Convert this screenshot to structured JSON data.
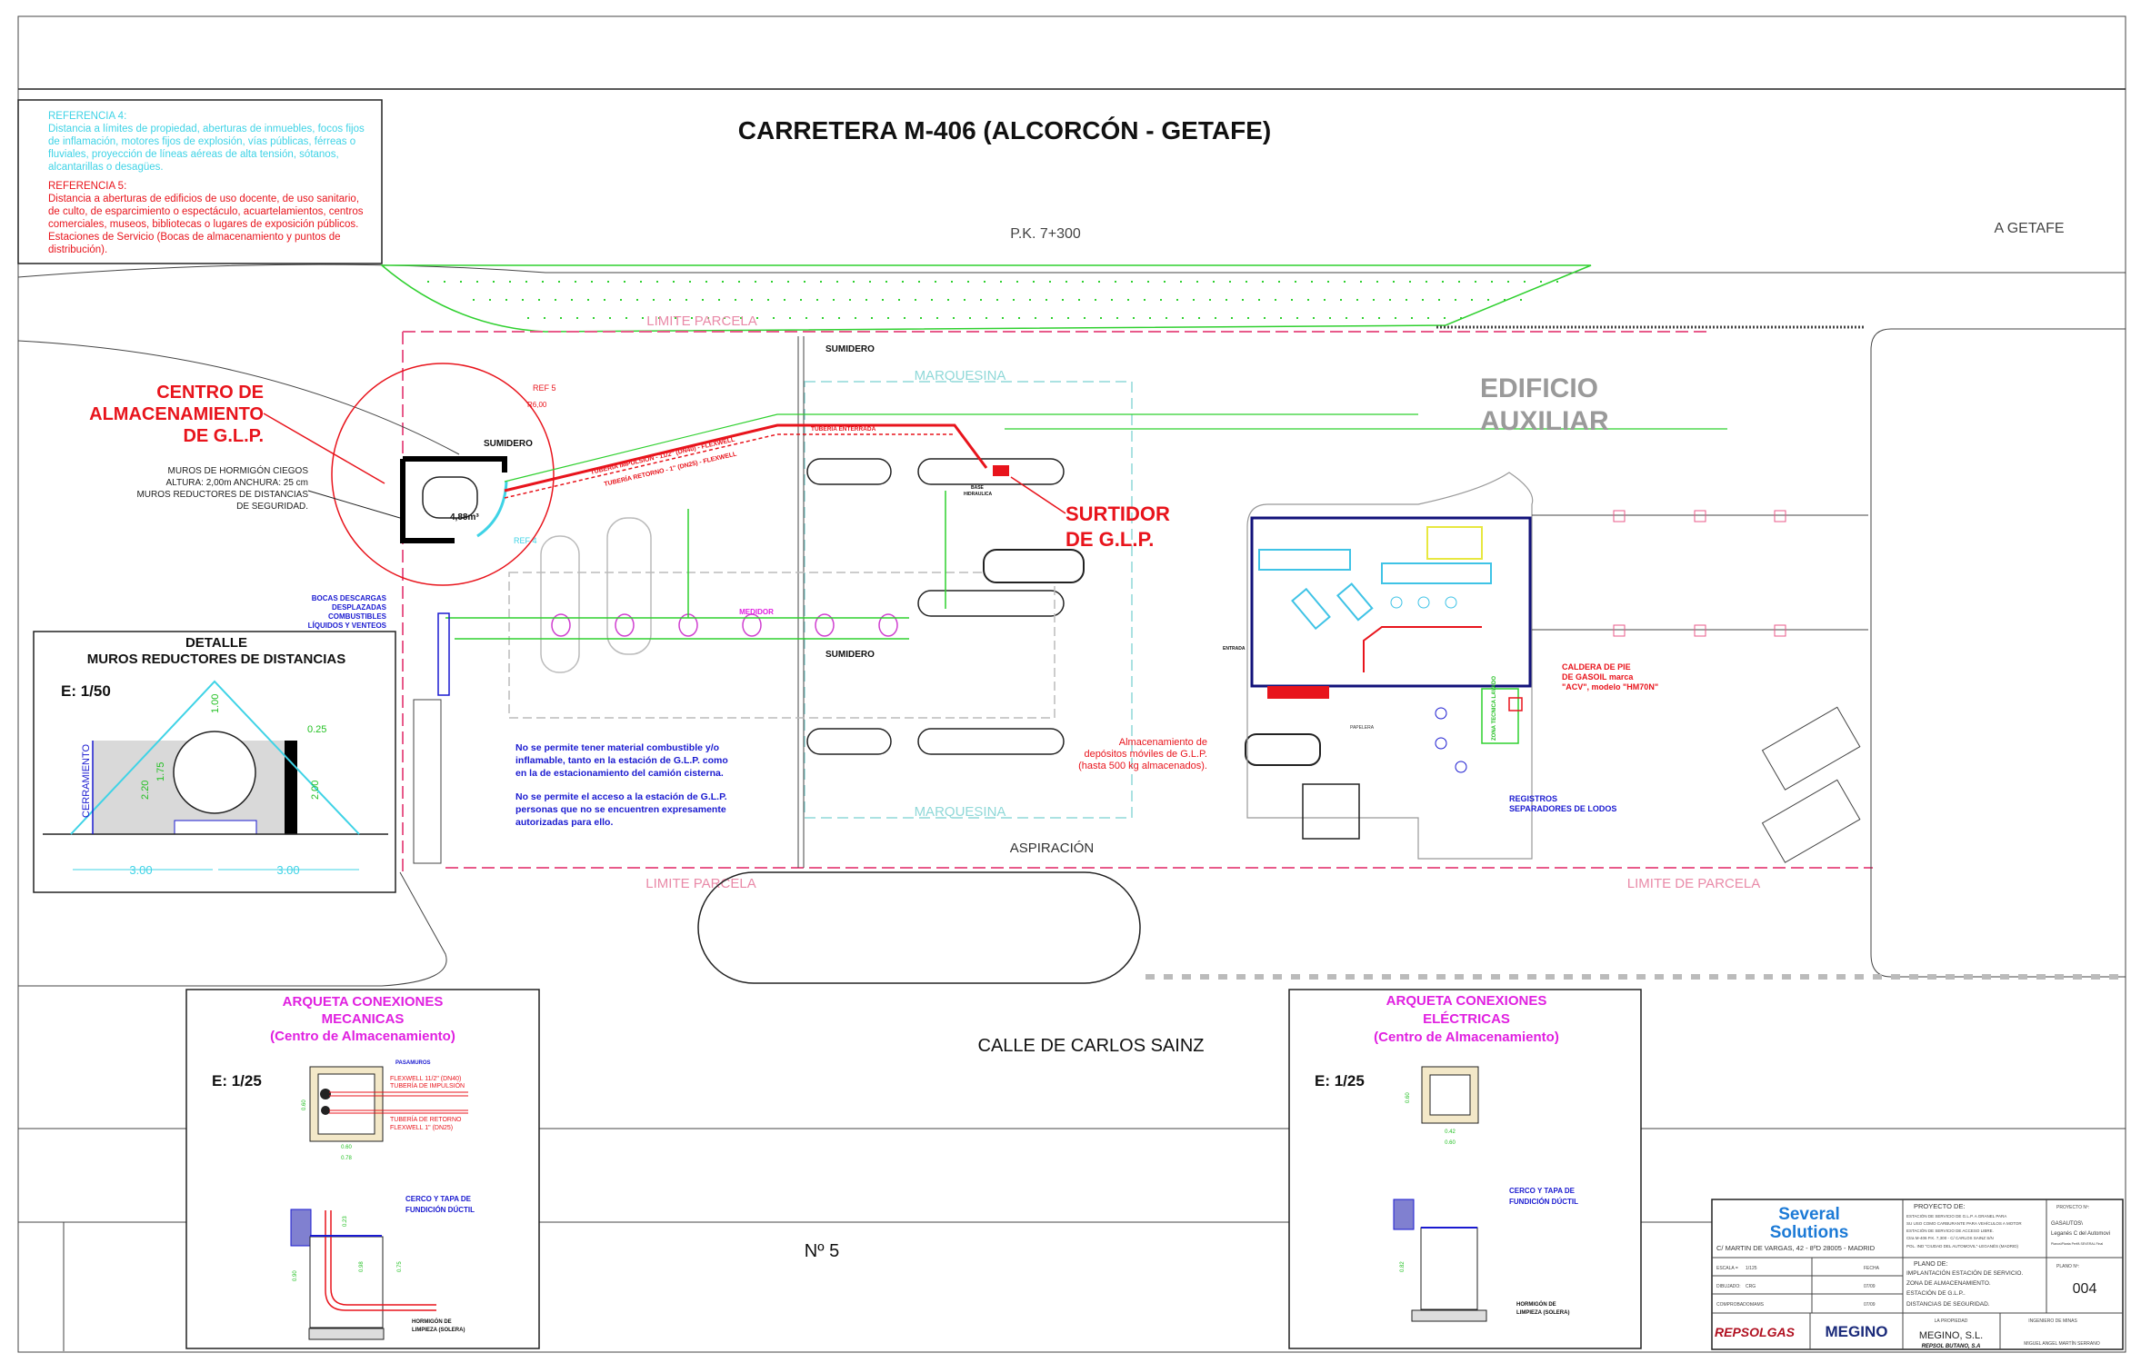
{
  "header": {
    "road_title": "CARRETERA M-406 (ALCORCÓN - GETAFE)",
    "pk": "P.K. 7+300",
    "direction": "A GETAFE"
  },
  "references": {
    "ref4_title": "REFERENCIA 4:",
    "ref4_lines": [
      "Distancia a límites de propiedad, aberturas de inmuebles, focos fijos",
      "de inflamación, motores fijos de explosión, vías públicas, férreas o",
      "fluviales, proyección de líneas aéreas de alta tensión,  sótanos,",
      "alcantarillas o desagües."
    ],
    "ref5_title": "REFERENCIA 5:",
    "ref5_lines": [
      "Distancia a aberturas de edificios de uso docente, de uso sanitario,",
      "de culto, de esparcimiento o espectáculo,  acuartelamientos, centros",
      "comerciales, museos, bibliotecas o lugares  de exposición públicos.",
      "Estaciones de Servicio (Bocas de almacenamiento y puntos de",
      "distribución)."
    ]
  },
  "plan": {
    "limite_top": "LIMITE  PARCELA",
    "limite_bottom_left": "LIMITE  PARCELA",
    "limite_bottom_right": "LIMITE  DE  PARCELA",
    "marquesina_top": "MARQUESINA",
    "marquesina_bottom": "MARQUESINA",
    "sumidero": "SUMIDERO",
    "aspiracion": "ASPIRACIÓN",
    "street": "CALLE DE CARLOS SAINZ",
    "street_number": "Nº 5",
    "storage_title": [
      "CENTRO DE",
      "ALMACENAMIENTO",
      "DE G.L.P."
    ],
    "walls_note": [
      "MUROS DE HORMIGÓN CIEGOS",
      "ALTURA: 2,00m ANCHURA: 25 cm",
      "MUROS REDUCTORES  DE DISTANCIAS",
      "DE SEGURIDAD."
    ],
    "bocas_note": [
      "BOCAS DESCARGAS",
      "DESPLAZADAS",
      "COMBUSTIBLES",
      "LÍQUIDOS Y VENTEOS"
    ],
    "tank_volume": "4,88m³",
    "ref5_label": "REF 5",
    "ref4_label": "REF 4",
    "radius_label": "R6,00",
    "tuberia_enterrada": "TUBERÍA ENTERRADA",
    "tuberia_impulsion": "TUBERÍA IMPULSIÓN - 11/2\" (DN40) - FLEXWELL",
    "tuberia_retorno": "TUBERÍA RETORNO - 1\" (DN25) - FLEXWELL",
    "medidor": "MEDIDOR",
    "base_hidraulica": [
      "BASE",
      "HIDRAULICA"
    ],
    "surtidor": [
      "SURTIDOR",
      "DE G.L.P."
    ],
    "edificio": [
      "EDIFICIO",
      "AUXILIAR"
    ],
    "caldera": [
      "CALDERA DE PIE",
      "DE GASOIL marca",
      "\"ACV\", modelo \"HM70N\""
    ],
    "almacenamiento_movil": [
      "Almacenamiento de",
      "depósitos móviles de G.L.P.",
      "(hasta 500 kg almacenados)."
    ],
    "registros": [
      "REGISTROS",
      "SEPARADORES DE LODOS"
    ],
    "entrada": "ENTRADA",
    "papelera": "PAPELERA",
    "zona_tecnica": "ZONA TECNICA LAVADO",
    "notes": [
      "No se permite tener material combustible y/o",
      "inflamable, tanto en la estación de G.L.P. como",
      "en la de estacionamiento del camión cisterna.",
      "No se permite el acceso a la estación de G.L.P.",
      "personas que no se encuentren expresamente",
      "autorizadas para ello."
    ]
  },
  "detail_walls": {
    "title": "DETALLE",
    "subtitle": "MUROS REDUCTORES DE DISTANCIAS",
    "scale": "E: 1/50",
    "cerramiento": "CERRAMIENTO",
    "dim_top": "1.00",
    "dim_wall": "0.25",
    "dim_h1": "2.20",
    "dim_h2": "1.75",
    "dim_h3": "2.00",
    "dim_left": "3.00",
    "dim_right": "3.00"
  },
  "arqueta_mec": {
    "title": [
      "ARQUETA CONEXIONES",
      "MECANICAS",
      "(Centro de Almacenamiento)"
    ],
    "scale": "E: 1/25",
    "pasamuros": "PASAMUROS",
    "impulsion": [
      "FLEXWELL 11/2\" (DN40)",
      "TUBERÍA DE IMPULSIÓN"
    ],
    "retorno": [
      "TUBERÍA DE RETORNO",
      "FLEXWELL 1\" (DN25)"
    ],
    "dims": {
      "h": "0.60",
      "w_in": "0.60",
      "w_out": "0.78",
      "d1": "0.23",
      "d2": "0.98",
      "d3": "0.90",
      "d4": "0.75"
    },
    "cerco": [
      "CERCO Y TAPA DE",
      "FUNDICIÓN DÚCTIL"
    ],
    "hormigon": [
      "HORMIGÓN DE",
      "LIMPIEZA (SOLERA)"
    ]
  },
  "arqueta_elec": {
    "title": [
      "ARQUETA CONEXIONES",
      "ELÉCTRICAS",
      "(Centro de Almacenamiento)"
    ],
    "scale": "E: 1/25",
    "dims": {
      "h": "0.60",
      "w_in": "0.42",
      "w_out": "0.60",
      "d": "0.82"
    },
    "cerco": [
      "CERCO Y TAPA DE",
      "FUNDICIÓN DÚCTIL"
    ],
    "hormigon": [
      "HORMIGÓN DE",
      "LIMPIEZA (SOLERA)"
    ]
  },
  "title_block": {
    "company": [
      "Several",
      "Solutions"
    ],
    "address": "C/ MARTIN DE VARGAS, 42 - 8ºD   28005 - MADRID",
    "proyecto_label": "PROYECTO DE:",
    "proyecto_lines": [
      "ESTACIÓN DE SERVICIO DE G.L.P. A GRANEL PARA",
      "SU USO COMO CARBURANTE PARA VEHÍCULOS A MOTOR",
      "ESTACIÓN DE SERVICIO DE ACCESO LIBRE.",
      "Ctra M-406 P.K. 7,300 - C/ CARLOS SAINZ S/N",
      "POL. IND \"CIUDAD DEL AUTOMOVIL\"-LEGANÉS (MADRID)"
    ],
    "proyecto_no_label": "PROYECTO Nº:",
    "proyecto_no": [
      "GASAUTOS\\",
      "Leganés C del Automovi",
      "Planos\\Planta Perfil\\ SEVERAL Final"
    ],
    "escala_label": "ESCALA =",
    "escala": "1/125",
    "fecha_label": "FECHA",
    "dibujado_label": "DIBUJADO:",
    "dibujado": "CRG",
    "dibujado_fecha": "07/09",
    "comprobado_label": "COMPROBADO:",
    "comprobado": "MAMS",
    "comprobado_fecha": "07/09",
    "plano_label": "PLANO DE:",
    "plano_lines": [
      "IMPLANTACIÓN ESTACIÓN DE SERVICIO.",
      "ZONA DE ALMACENAMIENTO.",
      "ESTACIÓN DE G.L.P..",
      "DISTANCIAS DE SEGURIDAD."
    ],
    "plano_no_label": "PLANO Nº:",
    "plano_no": "004",
    "logo_repsol": "REPSOLGAS",
    "logo_megino": "MEGINO",
    "propiedad_label": "LA PROPIEDAD",
    "propiedad": "MEGINO, S.L.",
    "propiedad_sub": "REPSOL BUTANO, S.A",
    "ingeniero_label": "INGENIERO DE MINAS",
    "ingeniero": "MIGUEL ANGEL MARTÍN SERRANO"
  }
}
